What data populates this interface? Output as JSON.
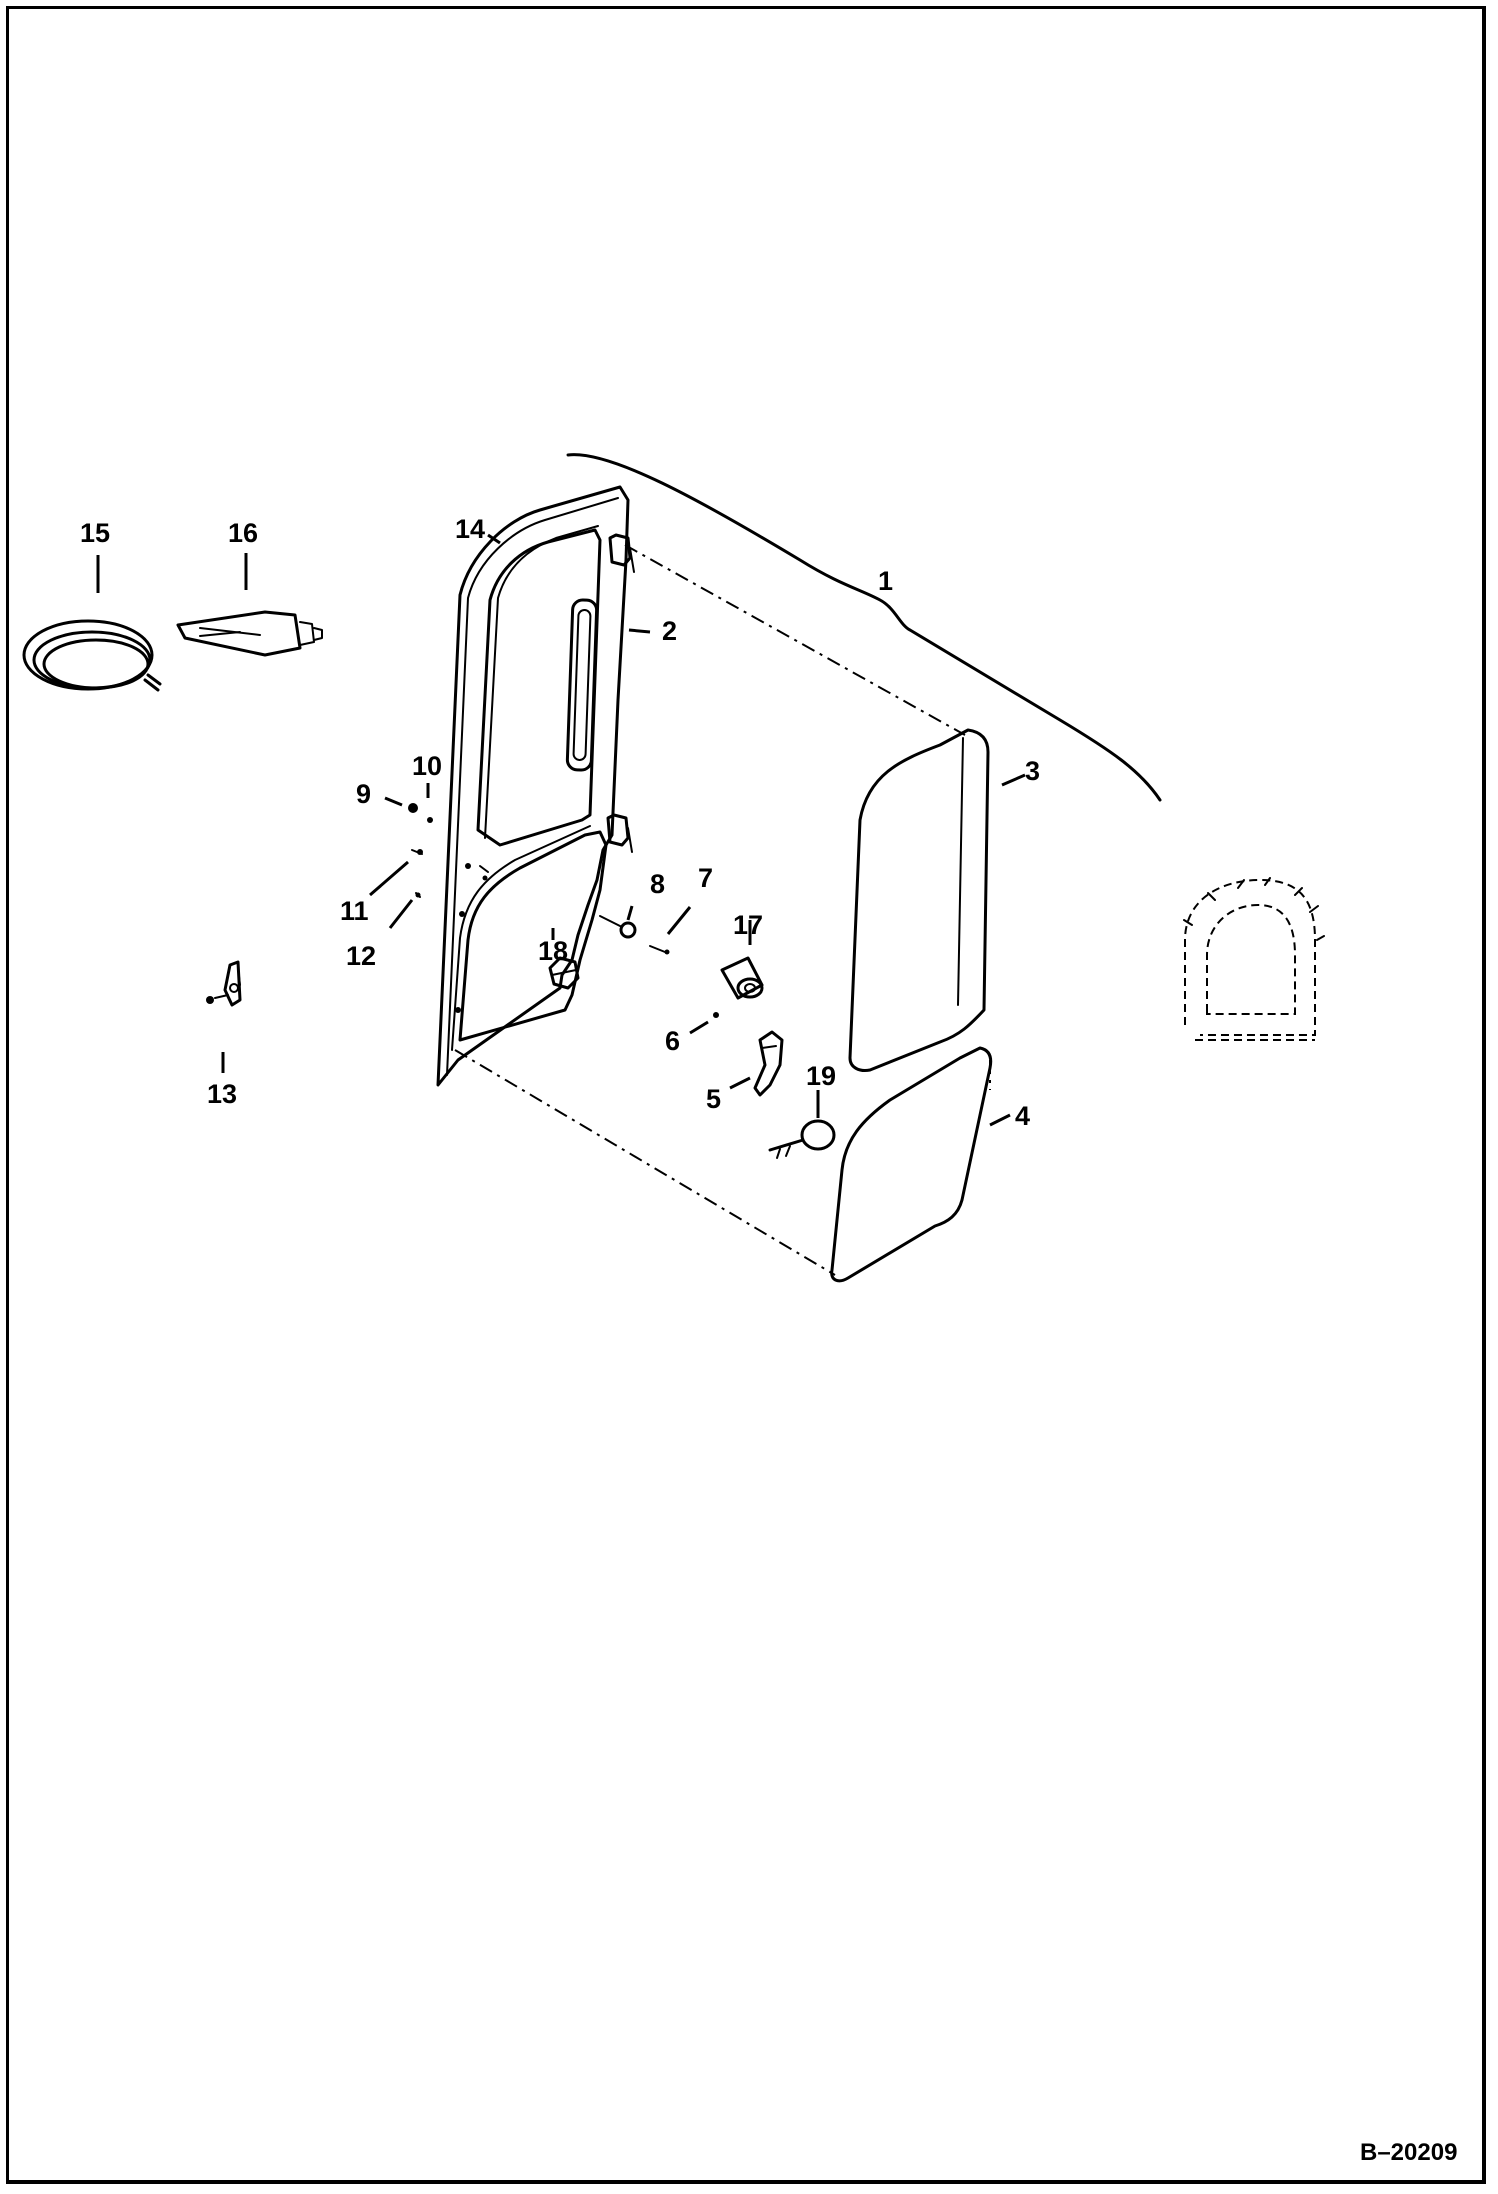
{
  "drawing_ref": "B–20209",
  "callouts": [
    {
      "id": "1",
      "label": "1"
    },
    {
      "id": "2",
      "label": "2"
    },
    {
      "id": "3",
      "label": "3"
    },
    {
      "id": "4",
      "label": "4"
    },
    {
      "id": "5",
      "label": "5"
    },
    {
      "id": "6",
      "label": "6"
    },
    {
      "id": "7",
      "label": "7"
    },
    {
      "id": "8",
      "label": "8"
    },
    {
      "id": "9",
      "label": "9"
    },
    {
      "id": "10",
      "label": "10"
    },
    {
      "id": "11",
      "label": "11"
    },
    {
      "id": "12",
      "label": "12"
    },
    {
      "id": "13",
      "label": "13"
    },
    {
      "id": "14",
      "label": "14"
    },
    {
      "id": "15",
      "label": "15"
    },
    {
      "id": "16",
      "label": "16"
    },
    {
      "id": "17",
      "label": "17"
    },
    {
      "id": "18",
      "label": "18"
    },
    {
      "id": "19",
      "label": "19"
    }
  ]
}
